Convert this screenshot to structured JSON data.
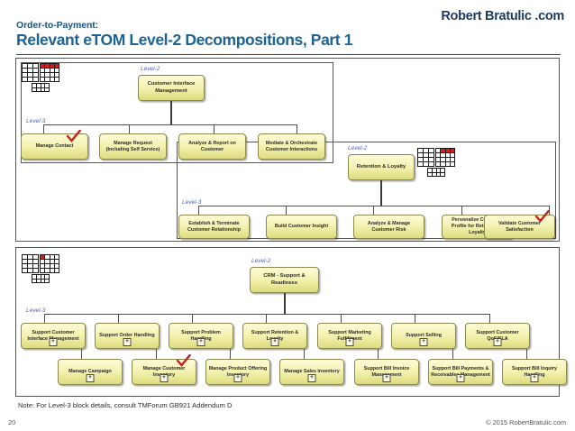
{
  "header": {
    "brand": "Robert Bratulic .com",
    "kicker": "Order-to-Payment:",
    "title": "Relevant eTOM Level-2 Decompositions, Part 1",
    "accent_color": "#1d6394"
  },
  "labels": {
    "level2": "Level-2",
    "level3": "Level-3"
  },
  "icons": {
    "etom_map": "etom-map-icon",
    "check": "check-icon",
    "expand": "+"
  },
  "diagrams": [
    {
      "id": "customer-interface-management",
      "level2": {
        "label": "Customer Interface Management"
      },
      "level3": [
        {
          "label": "Manage Contact",
          "checked": true
        },
        {
          "label": "Manage Request (Including Self Service)",
          "checked": false
        },
        {
          "label": "Analyze & Report on Customer",
          "checked": false
        },
        {
          "label": "Mediate & Orchestrate Customer Interactions",
          "checked": false
        }
      ]
    },
    {
      "id": "retention-and-loyalty",
      "level2": {
        "label": "Retention & Loyalty"
      },
      "level3": [
        {
          "label": "Establish & Terminate Customer Relationship",
          "checked": false
        },
        {
          "label": "Build Customer Insight",
          "checked": false
        },
        {
          "label": "Analyze & Manage Customer Risk",
          "checked": false
        },
        {
          "label": "Personalize Customer Profile for Retention & Loyalty",
          "checked": false
        },
        {
          "label": "Validate Customer Satisfaction",
          "checked": true
        }
      ]
    },
    {
      "id": "crm-support-and-readiness",
      "level2": {
        "label": "CRM - Support & Readiness"
      },
      "level3_row1": [
        {
          "label": "Support Customer Interface Management",
          "expandable": true,
          "checked": false
        },
        {
          "label": "Support Order Handling",
          "expandable": true,
          "checked": false
        },
        {
          "label": "Support Problem Handling",
          "expandable": true,
          "checked": false
        },
        {
          "label": "Support Retention & Loyalty",
          "expandable": true,
          "checked": false
        },
        {
          "label": "Support Marketing Fulfillment",
          "expandable": true,
          "checked": false
        },
        {
          "label": "Support Selling",
          "expandable": true,
          "checked": false
        },
        {
          "label": "Support Customer QoS/SLA",
          "expandable": true,
          "checked": false
        }
      ],
      "level3_row2": [
        {
          "label": "Manage Campaign",
          "expandable": true,
          "checked": false
        },
        {
          "label": "Manage Customer Inventory",
          "expandable": true,
          "checked": true
        },
        {
          "label": "Manage Product Offering Inventory",
          "expandable": true,
          "checked": false
        },
        {
          "label": "Manage Sales Inventory",
          "expandable": true,
          "checked": false
        },
        {
          "label": "Support Bill Invoice Management",
          "expandable": true,
          "checked": false
        },
        {
          "label": "Support Bill Payments & Receivables Management",
          "expandable": true,
          "checked": false
        },
        {
          "label": "Support Bill Inquiry Handling",
          "expandable": true,
          "checked": false
        }
      ]
    }
  ],
  "footer": {
    "note": "Note: For Level-3 block details, consult TMForum GB921 Addendum D",
    "slide_number": "20",
    "copyright": "© 2015 RobertBratulic.com"
  }
}
